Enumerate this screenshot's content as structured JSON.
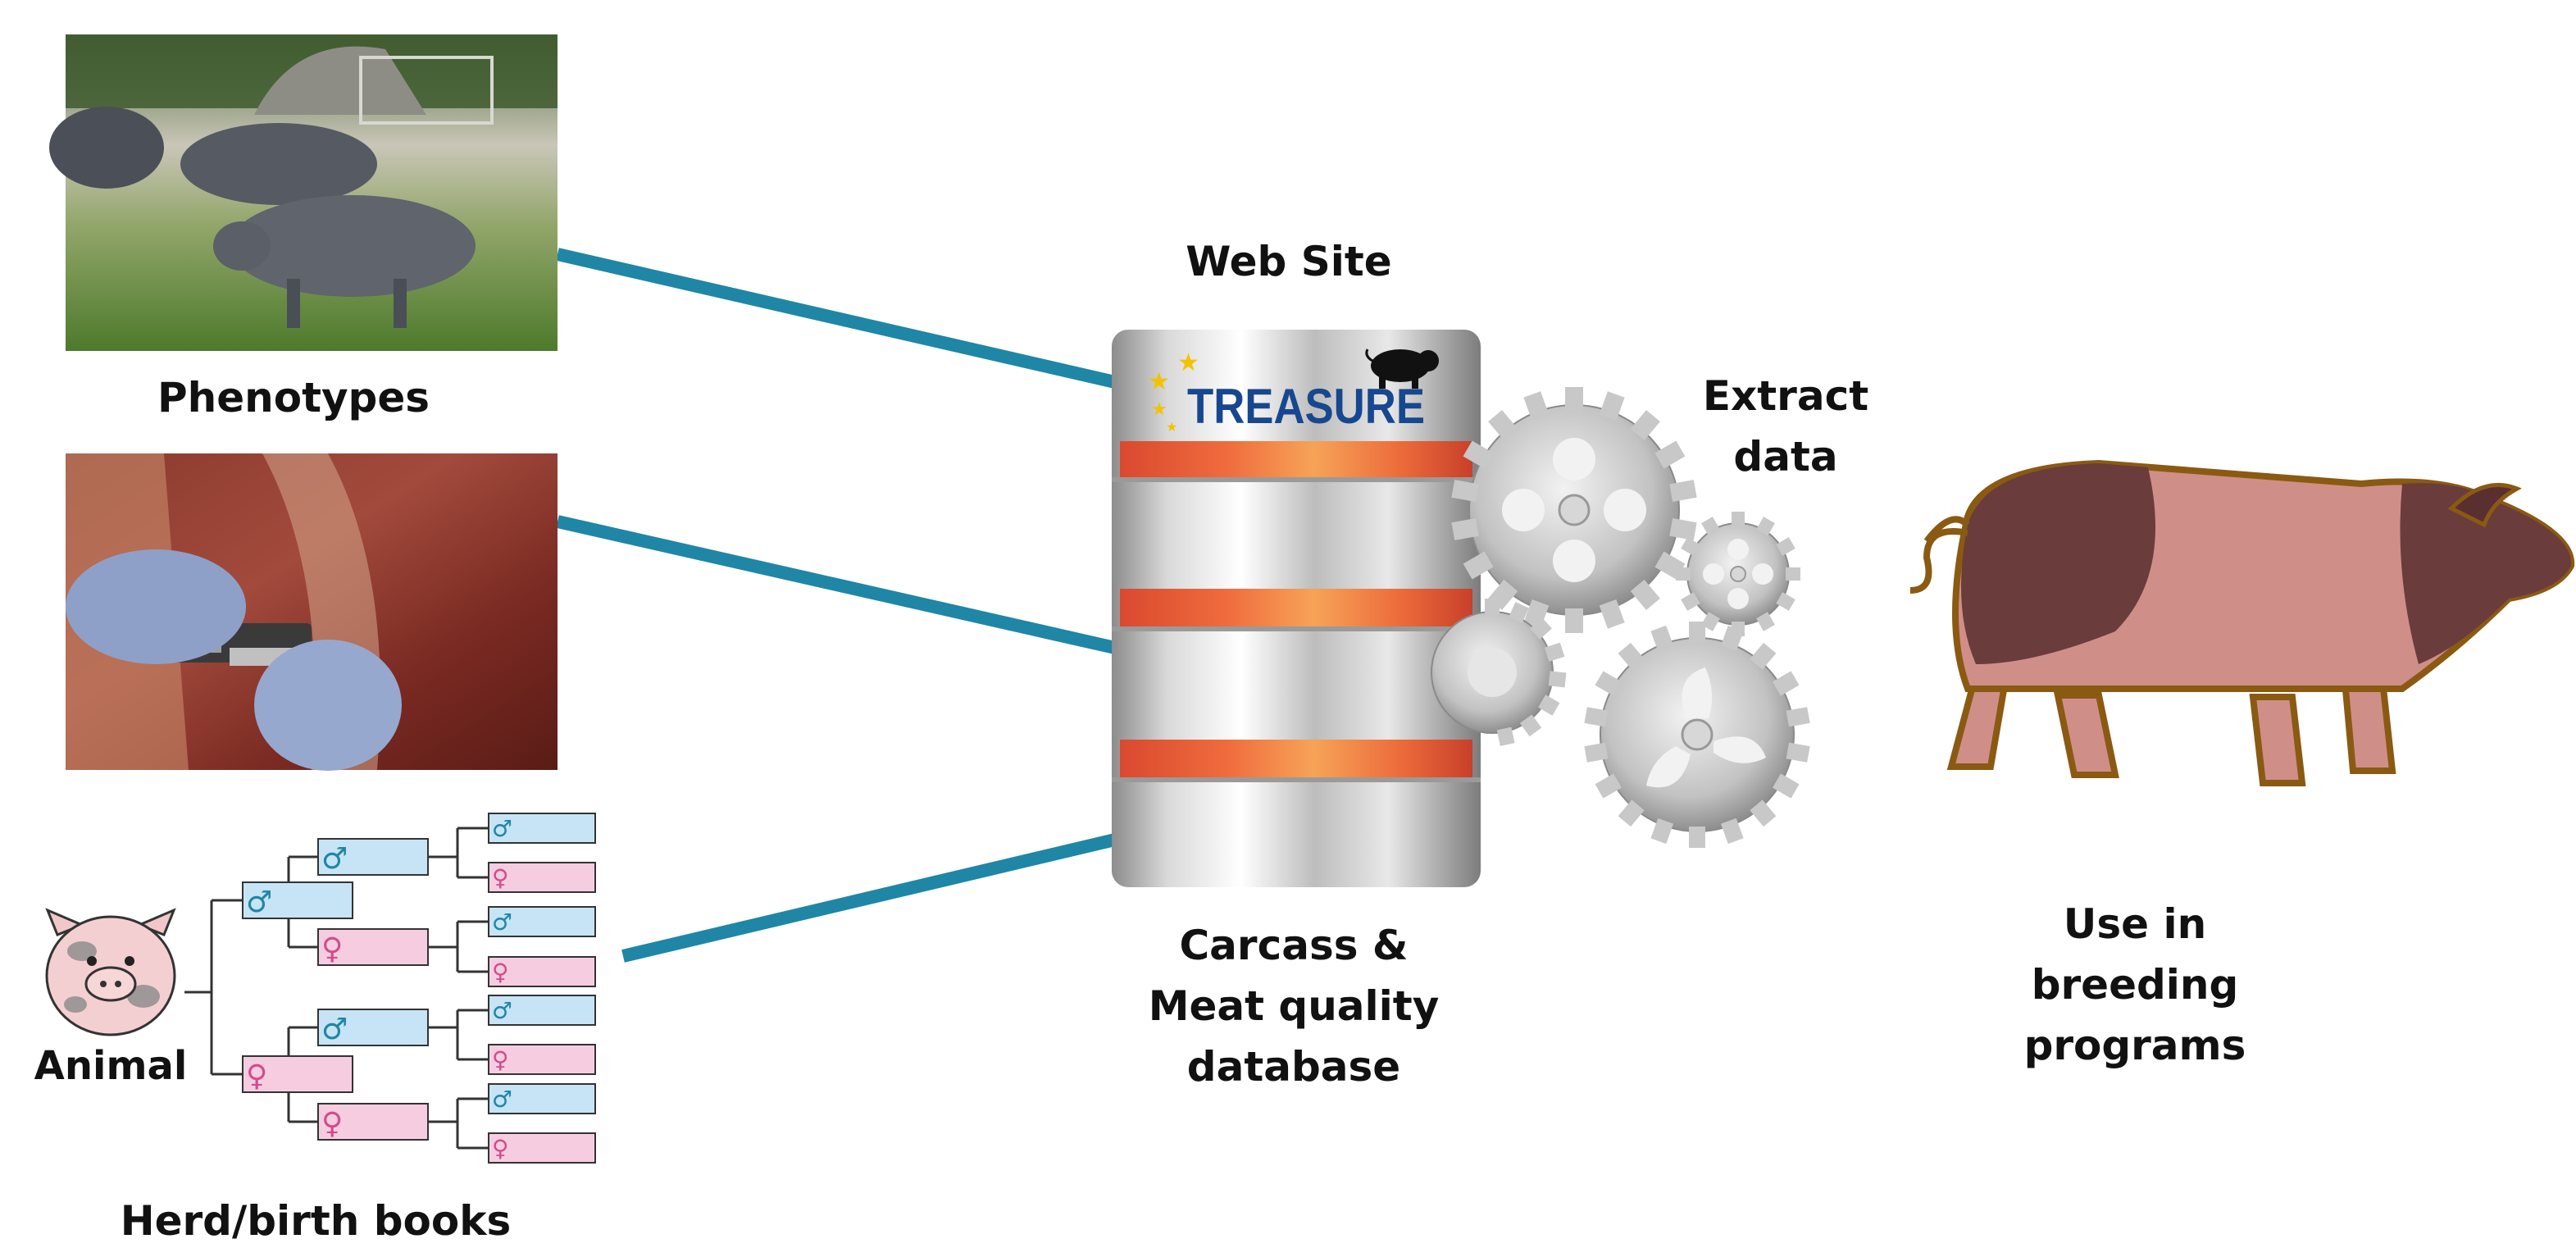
{
  "labels": {
    "phenotypes": "Phenotypes",
    "animal": "Animal",
    "herd_books": "Herd/birth books",
    "web_site": "Web Site",
    "database_line1": "Carcass &",
    "database_line2": "Meat quality",
    "database_line3": "database",
    "extract_line1": "Extract",
    "extract_line2": "data",
    "breeding_line1": "Use in",
    "breeding_line2": "breeding",
    "breeding_line3": "programs"
  },
  "logo": {
    "text": "TREASURE"
  },
  "pedigree": {
    "male_symbol": "♂",
    "female_symbol": "♀"
  },
  "colors": {
    "connector": "#1f86a6",
    "male_box": "#c6e4f5",
    "female_box": "#f6cde0",
    "male_symbol": "#1f86a6",
    "female_symbol": "#d24c8d",
    "db_band": "#e9683a",
    "pig_body": "#cf8f88",
    "pig_saddle": "#6b3c3c",
    "pig_outline": "#8a5a12",
    "logo_blue": "#17478f",
    "logo_star": "#f3c200"
  },
  "icons": [
    "pig-face-icon",
    "gear-icon",
    "pig-silhouette-icon",
    "star-icon"
  ]
}
